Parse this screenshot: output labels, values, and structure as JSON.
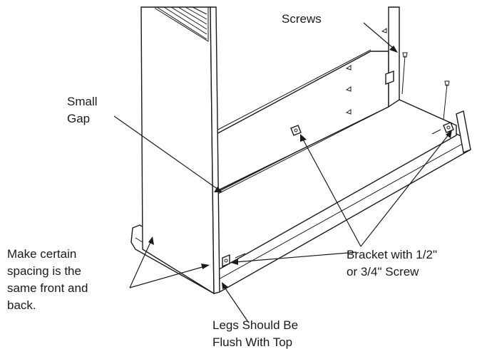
{
  "labels": {
    "screws": "Screws",
    "small_gap_line1": "Small",
    "small_gap_line2": "Gap",
    "spacing_line1": "Make certain",
    "spacing_line2": "spacing is the",
    "spacing_line3": "same front and",
    "spacing_line4": "back.",
    "bracket_line1": "Bracket with 1/2\"",
    "bracket_line2": "or 3/4\" Screw",
    "legs_line1": "Legs Should Be",
    "legs_line2": "Flush With Top"
  }
}
